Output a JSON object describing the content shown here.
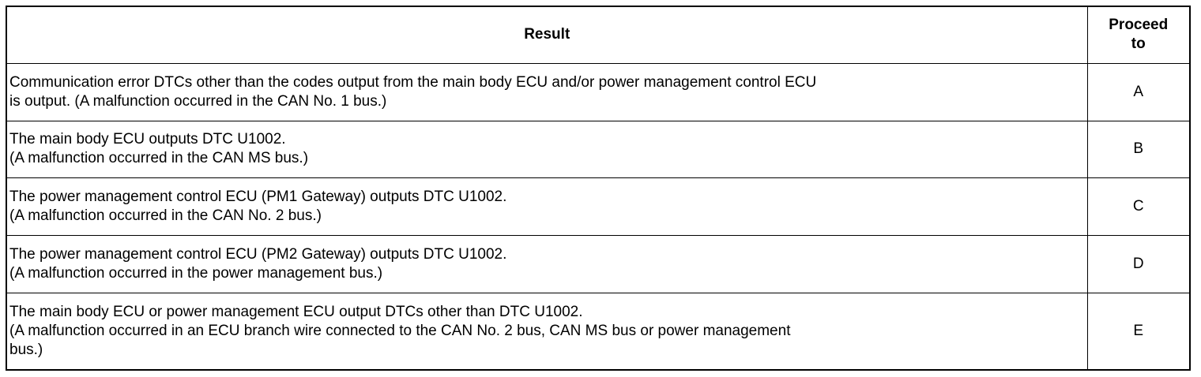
{
  "table": {
    "header": {
      "result": "Result",
      "proceed_line1": "Proceed",
      "proceed_line2": "to"
    },
    "rows": [
      {
        "result_lines": [
          "Communication error DTCs other than the codes output from the main body ECU and/or power management control ECU",
          "is output. (A malfunction occurred in the CAN No. 1 bus.)"
        ],
        "proceed": "A"
      },
      {
        "result_lines": [
          "The main body ECU outputs DTC U1002.",
          "(A malfunction occurred in the CAN MS bus.)"
        ],
        "proceed": "B"
      },
      {
        "result_lines": [
          "The power management control ECU (PM1 Gateway) outputs DTC U1002.",
          "(A malfunction occurred in the CAN No. 2 bus.)"
        ],
        "proceed": "C"
      },
      {
        "result_lines": [
          "The power management control ECU (PM2 Gateway) outputs DTC U1002.",
          "(A malfunction occurred in the power management bus.)"
        ],
        "proceed": "D"
      },
      {
        "result_lines": [
          "The main body ECU or power management ECU output DTCs other than DTC U1002.",
          "(A malfunction occurred in an ECU branch wire connected to the CAN No. 2 bus, CAN MS bus or power management",
          "bus.)"
        ],
        "proceed": "E"
      }
    ]
  }
}
